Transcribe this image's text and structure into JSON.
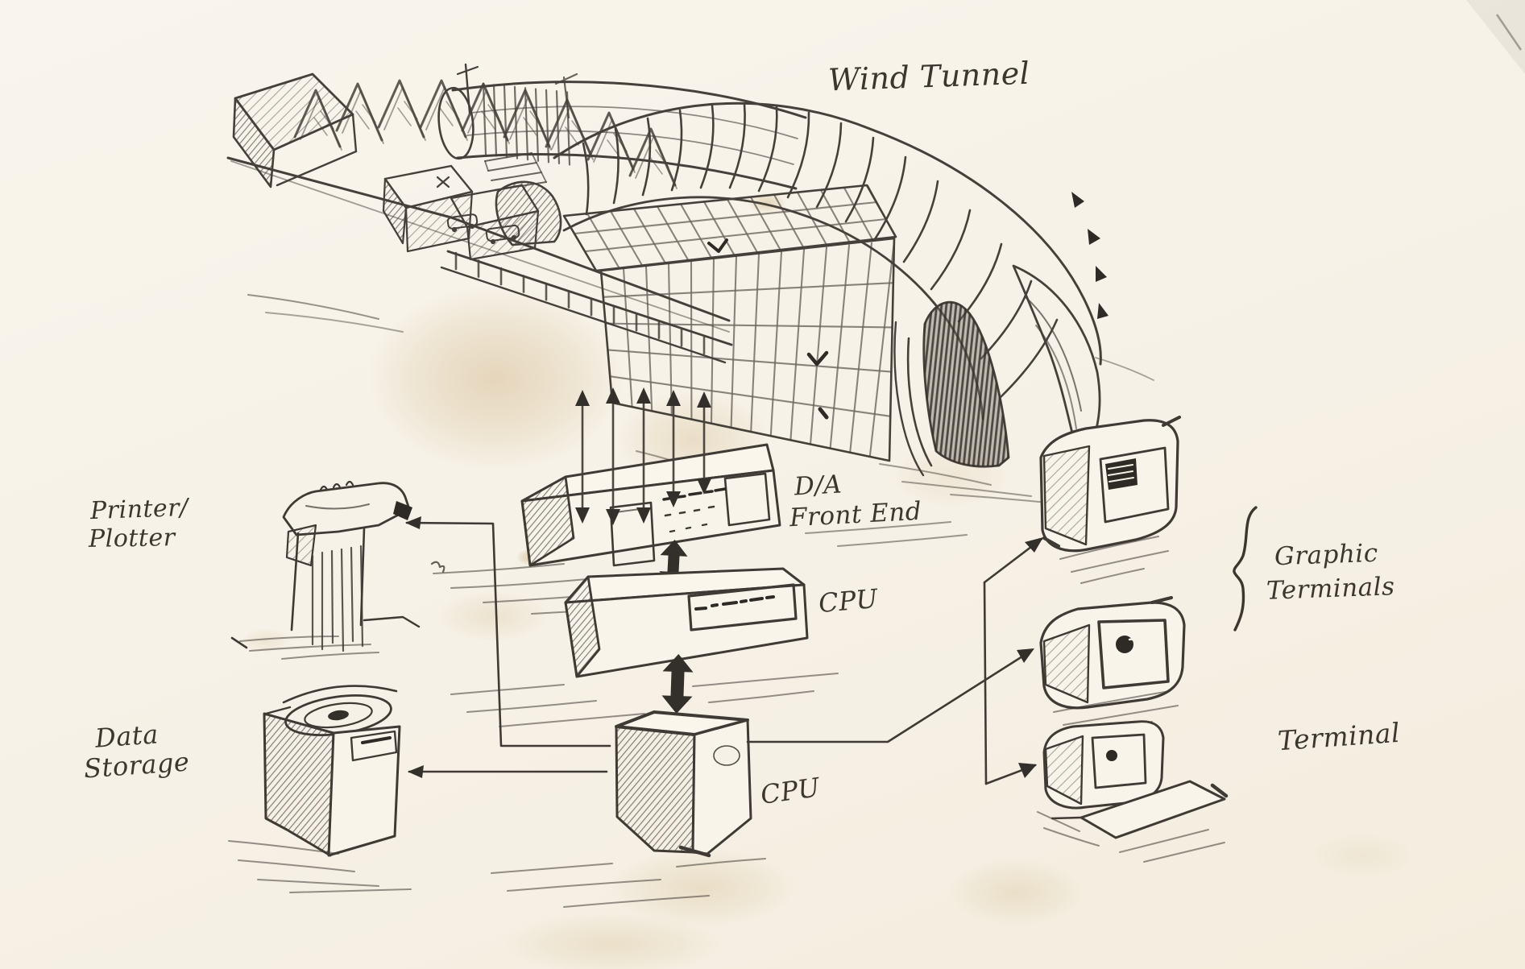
{
  "artwork": {
    "title": "Wind Tunnel",
    "description": "Hand-drawn pencil sketch diagram of a wind-tunnel data acquisition computer system on stained paper"
  },
  "labels": {
    "wind_tunnel": "Wind Tunnel",
    "da_line1": "D/A",
    "da_line2": "Front End",
    "cpu_front_end": "CPU",
    "cpu_main": "CPU",
    "printer_line1": "Printer/",
    "printer_line2": "Plotter",
    "storage_line1": "Data",
    "storage_line2": "Storage",
    "graphic_line1": "Graphic",
    "graphic_line2": "Terminals",
    "terminal": "Terminal"
  },
  "diagram": {
    "nodes": [
      {
        "id": "wind-tunnel",
        "label": "Wind Tunnel",
        "kind": "facility sketch"
      },
      {
        "id": "da-front-end",
        "label": "D/A Front End",
        "kind": "rack unit"
      },
      {
        "id": "cpu-front-end",
        "label": "CPU",
        "kind": "computer chassis"
      },
      {
        "id": "cpu-main",
        "label": "CPU",
        "kind": "computer cabinet"
      },
      {
        "id": "printer-plotter",
        "label": "Printer/Plotter",
        "kind": "plotter sketch"
      },
      {
        "id": "data-storage",
        "label": "Data Storage",
        "kind": "disk drive sketch"
      },
      {
        "id": "graphic-terminal-upper",
        "label": "Graphic Terminals",
        "kind": "CRT terminal"
      },
      {
        "id": "graphic-terminal-lower",
        "label": "Graphic Terminals",
        "kind": "CRT terminal"
      },
      {
        "id": "terminal",
        "label": "Terminal",
        "kind": "CRT terminal with keyboard"
      }
    ],
    "connections": [
      {
        "from": "wind-tunnel",
        "to": "da-front-end",
        "style": "five double-headed arrows"
      },
      {
        "from": "da-front-end",
        "to": "cpu-front-end",
        "style": "thick double-headed arrow"
      },
      {
        "from": "cpu-front-end",
        "to": "cpu-main",
        "style": "thick double-headed arrow"
      },
      {
        "from": "cpu-main",
        "to": "printer-plotter",
        "style": "arrow"
      },
      {
        "from": "cpu-main",
        "to": "data-storage",
        "style": "arrow"
      },
      {
        "from": "cpu-main",
        "to": "graphic-terminal-upper",
        "style": "arrow"
      },
      {
        "from": "cpu-main",
        "to": "graphic-terminal-lower",
        "style": "arrow"
      },
      {
        "from": "cpu-main",
        "to": "terminal",
        "style": "arrow"
      }
    ],
    "grouping": [
      {
        "brace": "right-side curly brace",
        "groups": [
          "graphic-terminal-upper",
          "graphic-terminal-lower"
        ],
        "label": "Graphic Terminals"
      }
    ]
  },
  "colors": {
    "paper": "#f6f1e6",
    "pencil": "#3f3b34",
    "pencil_dark": "#2e2b26",
    "stain": "#cdae7e"
  }
}
